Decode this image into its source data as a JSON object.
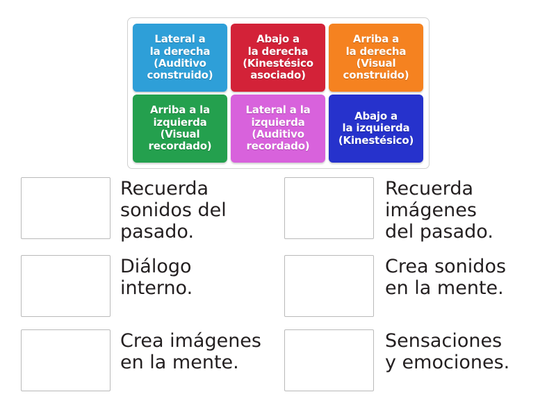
{
  "activity": {
    "type": "drag-and-drop-matching",
    "background_color": "#ffffff",
    "text_color": "#231f20"
  },
  "tile_panel": {
    "name": "draggable-tiles-panel",
    "border_color": "#cfcfcf",
    "tiles": [
      {
        "id": "tile-lateral-derecha",
        "label": "Lateral a\nla derecha\n(Auditivo\nconstruido)",
        "color": "#2e9fd8"
      },
      {
        "id": "tile-abajo-derecha",
        "label": "Abajo a\nla derecha\n(Kinestésico\nasociado)",
        "color": "#d32238"
      },
      {
        "id": "tile-arriba-derecha",
        "label": "Arriba a\nla derecha\n(Visual\nconstruido)",
        "color": "#f58220"
      },
      {
        "id": "tile-arriba-izquierda",
        "label": "Arriba a la\nizquierda\n(Visual\nrecordado)",
        "color": "#24a04e"
      },
      {
        "id": "tile-lateral-izquierda",
        "label": "Lateral a la\nizquierda\n(Auditivo\nrecordado)",
        "color": "#d862dc"
      },
      {
        "id": "tile-abajo-izquierda",
        "label": "Abajo a\nla izquierda\n(Kinestésico)",
        "color": "#2632cc"
      }
    ]
  },
  "answers": {
    "box_border_color": "#b9b9b9",
    "left_column": [
      {
        "id": "answer-recuerda-sonidos",
        "text": "Recuerda\nsonidos del\npasado."
      },
      {
        "id": "answer-dialogo-interno",
        "text": "Diálogo\ninterno."
      },
      {
        "id": "answer-crea-imagenes",
        "text": "Crea imágenes\nen la mente."
      }
    ],
    "right_column": [
      {
        "id": "answer-recuerda-imagenes",
        "text": "Recuerda\nimágenes\ndel pasado."
      },
      {
        "id": "answer-crea-sonidos",
        "text": "Crea sonidos\nen la mente."
      },
      {
        "id": "answer-sensaciones",
        "text": "Sensaciones\ny emociones."
      }
    ]
  }
}
